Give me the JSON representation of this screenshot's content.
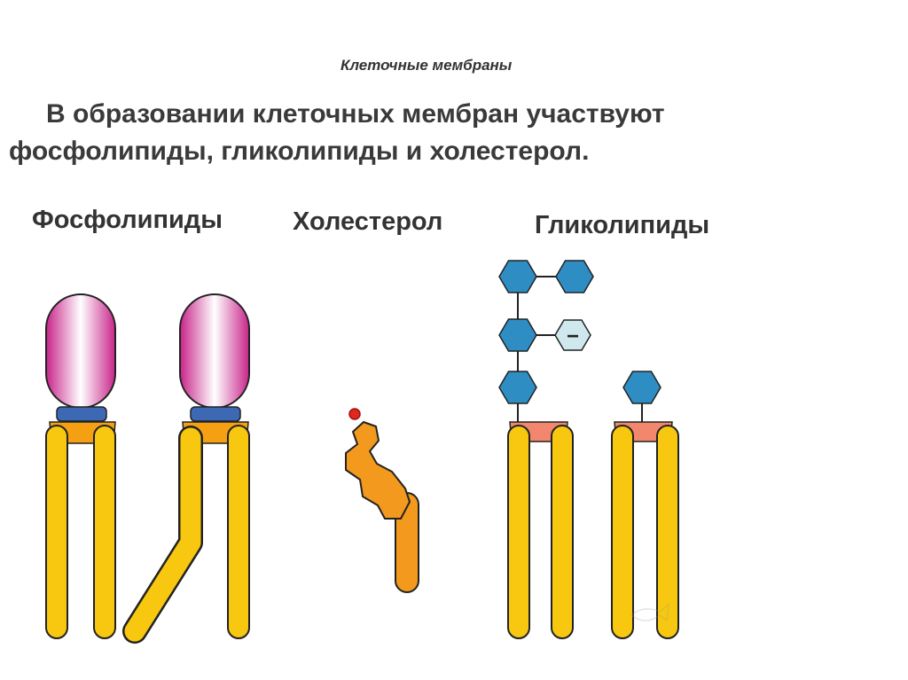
{
  "slide": {
    "subtitle": "Клеточные мембраны",
    "intro_line1": "В образовании клеточных мембран  участвуют",
    "intro_line2": "фосфолипиды, гликолипиды и холестерол."
  },
  "labels": {
    "phospholipids": "Фосфолипиды",
    "cholesterol": "Холестерол",
    "glycolipids": "Гликолипиды"
  },
  "diagram": {
    "minus_symbol": "−"
  },
  "colors": {
    "head_gradient_edge": "#c8248a",
    "head_gradient_center": "#ffffff",
    "neck_blue": "#3d68b4",
    "glycerol_orange": "#f4a012",
    "tail_yellow": "#f7c80f",
    "cholesterol_orange": "#f39a1e",
    "cholesterol_dot": "#e0281f",
    "sugar_blue": "#2e8ec4",
    "glyco_base": "#f3876d",
    "anion_fill": "#cfe8ee"
  }
}
